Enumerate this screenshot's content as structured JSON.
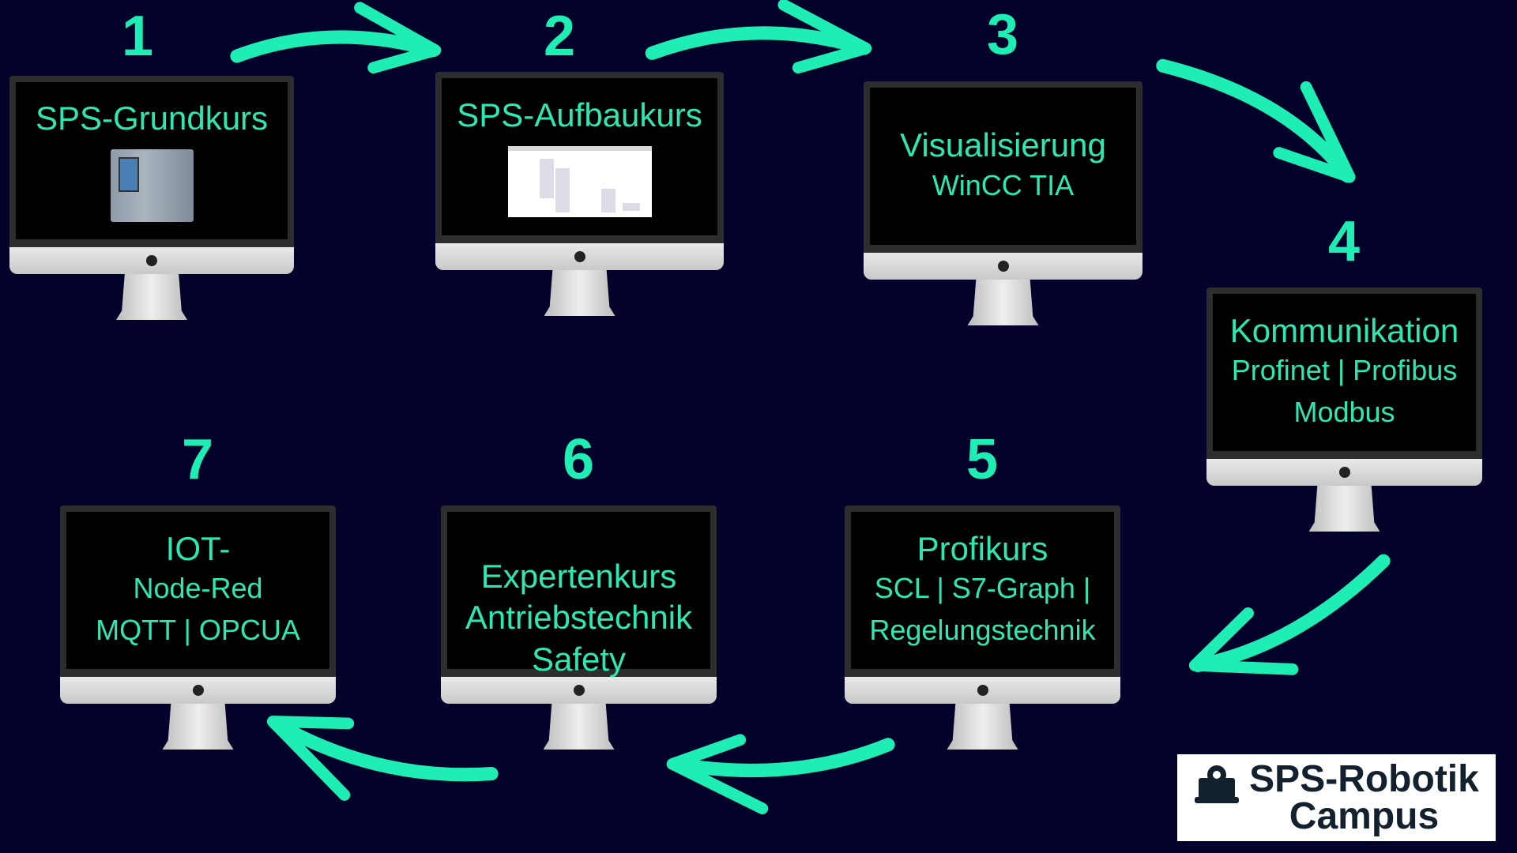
{
  "steps": [
    {
      "number": "1",
      "lines": [
        "SPS-Grundkurs"
      ]
    },
    {
      "number": "2",
      "lines": [
        "SPS-Aufbaukurs"
      ]
    },
    {
      "number": "3",
      "lines": [
        "Visualisierung",
        "WinCC TIA"
      ]
    },
    {
      "number": "4",
      "lines": [
        "Kommunikation",
        "Profinet | Profibus",
        "Modbus"
      ]
    },
    {
      "number": "5",
      "lines": [
        "Profikurs",
        "SCL | S7-Graph |",
        "Regelungstechnik"
      ]
    },
    {
      "number": "6",
      "lines": [
        "Expertenkurs",
        "Antriebstechnik",
        "Safety"
      ]
    },
    {
      "number": "7",
      "lines": [
        "IOT-",
        "Node-Red",
        "MQTT | OPCUA"
      ]
    }
  ],
  "logo": {
    "line1": "SPS-Robotik",
    "line2": "Campus",
    "icon": "laptop-gear-icon"
  },
  "colors": {
    "background": "#02022b",
    "accent": "#1eeeb4",
    "logo_text": "#13202e"
  }
}
